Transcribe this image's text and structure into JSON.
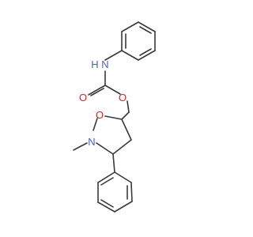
{
  "molecule": {
    "atoms": {
      "nh": {
        "text": "H",
        "color": "#4a5fd0"
      },
      "n_top": {
        "text": "N",
        "color": "#4a5fd0"
      },
      "o_carbonyl": {
        "text": "O",
        "color": "#e02020"
      },
      "o_ester": {
        "text": "O",
        "color": "#e02020"
      },
      "o_ring": {
        "text": "O",
        "color": "#e02020"
      },
      "n_ring": {
        "text": "N",
        "color": "#4a5fd0"
      }
    },
    "bond_color": "#3a3a3a"
  }
}
